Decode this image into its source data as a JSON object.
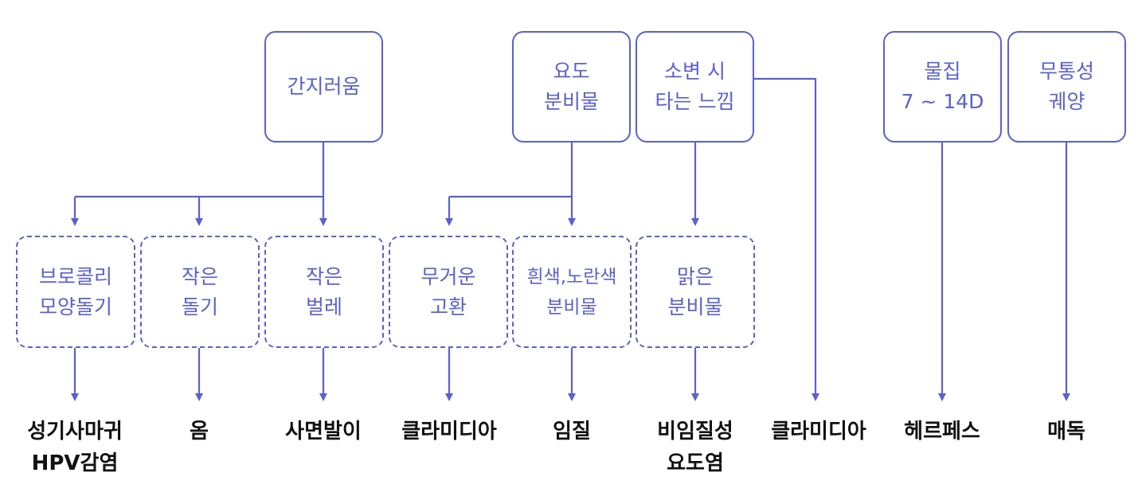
{
  "colors": {
    "accent": "#5a61cf",
    "result_text": "#111111"
  },
  "symptoms": [
    {
      "id": "itch",
      "lines": [
        "간지러움"
      ]
    },
    {
      "id": "discharge",
      "lines": [
        "요도",
        "분비물"
      ]
    },
    {
      "id": "burning",
      "lines": [
        "소변 시",
        "타는 느낌"
      ]
    },
    {
      "id": "blister",
      "lines": [
        "물집",
        "7 ~ 14D"
      ]
    },
    {
      "id": "ulcer",
      "lines": [
        "무통성",
        "궤양"
      ]
    }
  ],
  "signs": [
    {
      "id": "broccoli",
      "lines": [
        "브로콜리",
        "모양돌기"
      ]
    },
    {
      "id": "small-bumps",
      "lines": [
        "작은",
        "돌기"
      ]
    },
    {
      "id": "small-bugs",
      "lines": [
        "작은",
        "벌레"
      ]
    },
    {
      "id": "heavy-scrotum",
      "lines": [
        "무거운",
        "고환"
      ]
    },
    {
      "id": "white-yellow",
      "lines": [
        "흰색,노란색",
        "분비물"
      ]
    },
    {
      "id": "clear",
      "lines": [
        "맑은",
        "분비물"
      ]
    }
  ],
  "diagnoses": [
    {
      "id": "genital-warts",
      "lines": [
        "성기사마귀",
        "HPV감염"
      ]
    },
    {
      "id": "scabies",
      "lines": [
        "옴"
      ]
    },
    {
      "id": "pubic-lice",
      "lines": [
        "사면발이"
      ]
    },
    {
      "id": "chlamydia-1",
      "lines": [
        "클라미디아"
      ]
    },
    {
      "id": "gonorrhea",
      "lines": [
        "임질"
      ]
    },
    {
      "id": "ngu",
      "lines": [
        "비임질성",
        "요도염"
      ]
    },
    {
      "id": "chlamydia-2",
      "lines": [
        "클라미디아"
      ]
    },
    {
      "id": "herpes",
      "lines": [
        "헤르페스"
      ]
    },
    {
      "id": "syphilis",
      "lines": [
        "매독"
      ]
    }
  ]
}
